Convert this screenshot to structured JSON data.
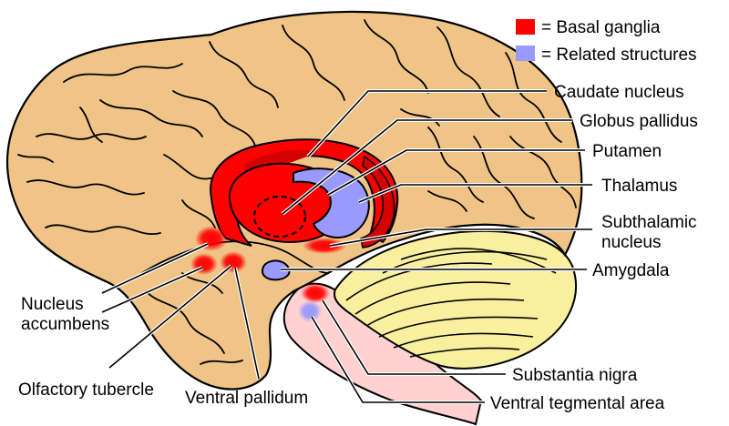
{
  "legend": {
    "items": [
      {
        "label": "= Basal ganglia",
        "color": "#ff0000"
      },
      {
        "label": "= Related structures",
        "color": "#9999ff"
      }
    ]
  },
  "labels": {
    "caudate_nucleus": "Caudate nucleus",
    "globus_pallidus": "Globus pallidus",
    "putamen": "Putamen",
    "thalamus": "Thalamus",
    "subthalamic_line1": "Subthalamic",
    "subthalamic_line2": "nucleus",
    "amygdala": "Amygdala",
    "substantia_nigra": "Substantia nigra",
    "ventral_tegmental_area": "Ventral tegmental area",
    "nucleus_accumbens_line1": "Nucleus",
    "nucleus_accumbens_line2": "accumbens",
    "olfactory_tubercle": "Olfactory tubercle",
    "ventral_pallidum": "Ventral pallidum"
  },
  "colors": {
    "cortex": "#f0c487",
    "cerebellum": "#f8ef9f",
    "brainstem": "#ffd1d1",
    "basal_ganglia": "#ff0000",
    "basal_ganglia_dark": "#d40000",
    "related": "#9999ff"
  }
}
